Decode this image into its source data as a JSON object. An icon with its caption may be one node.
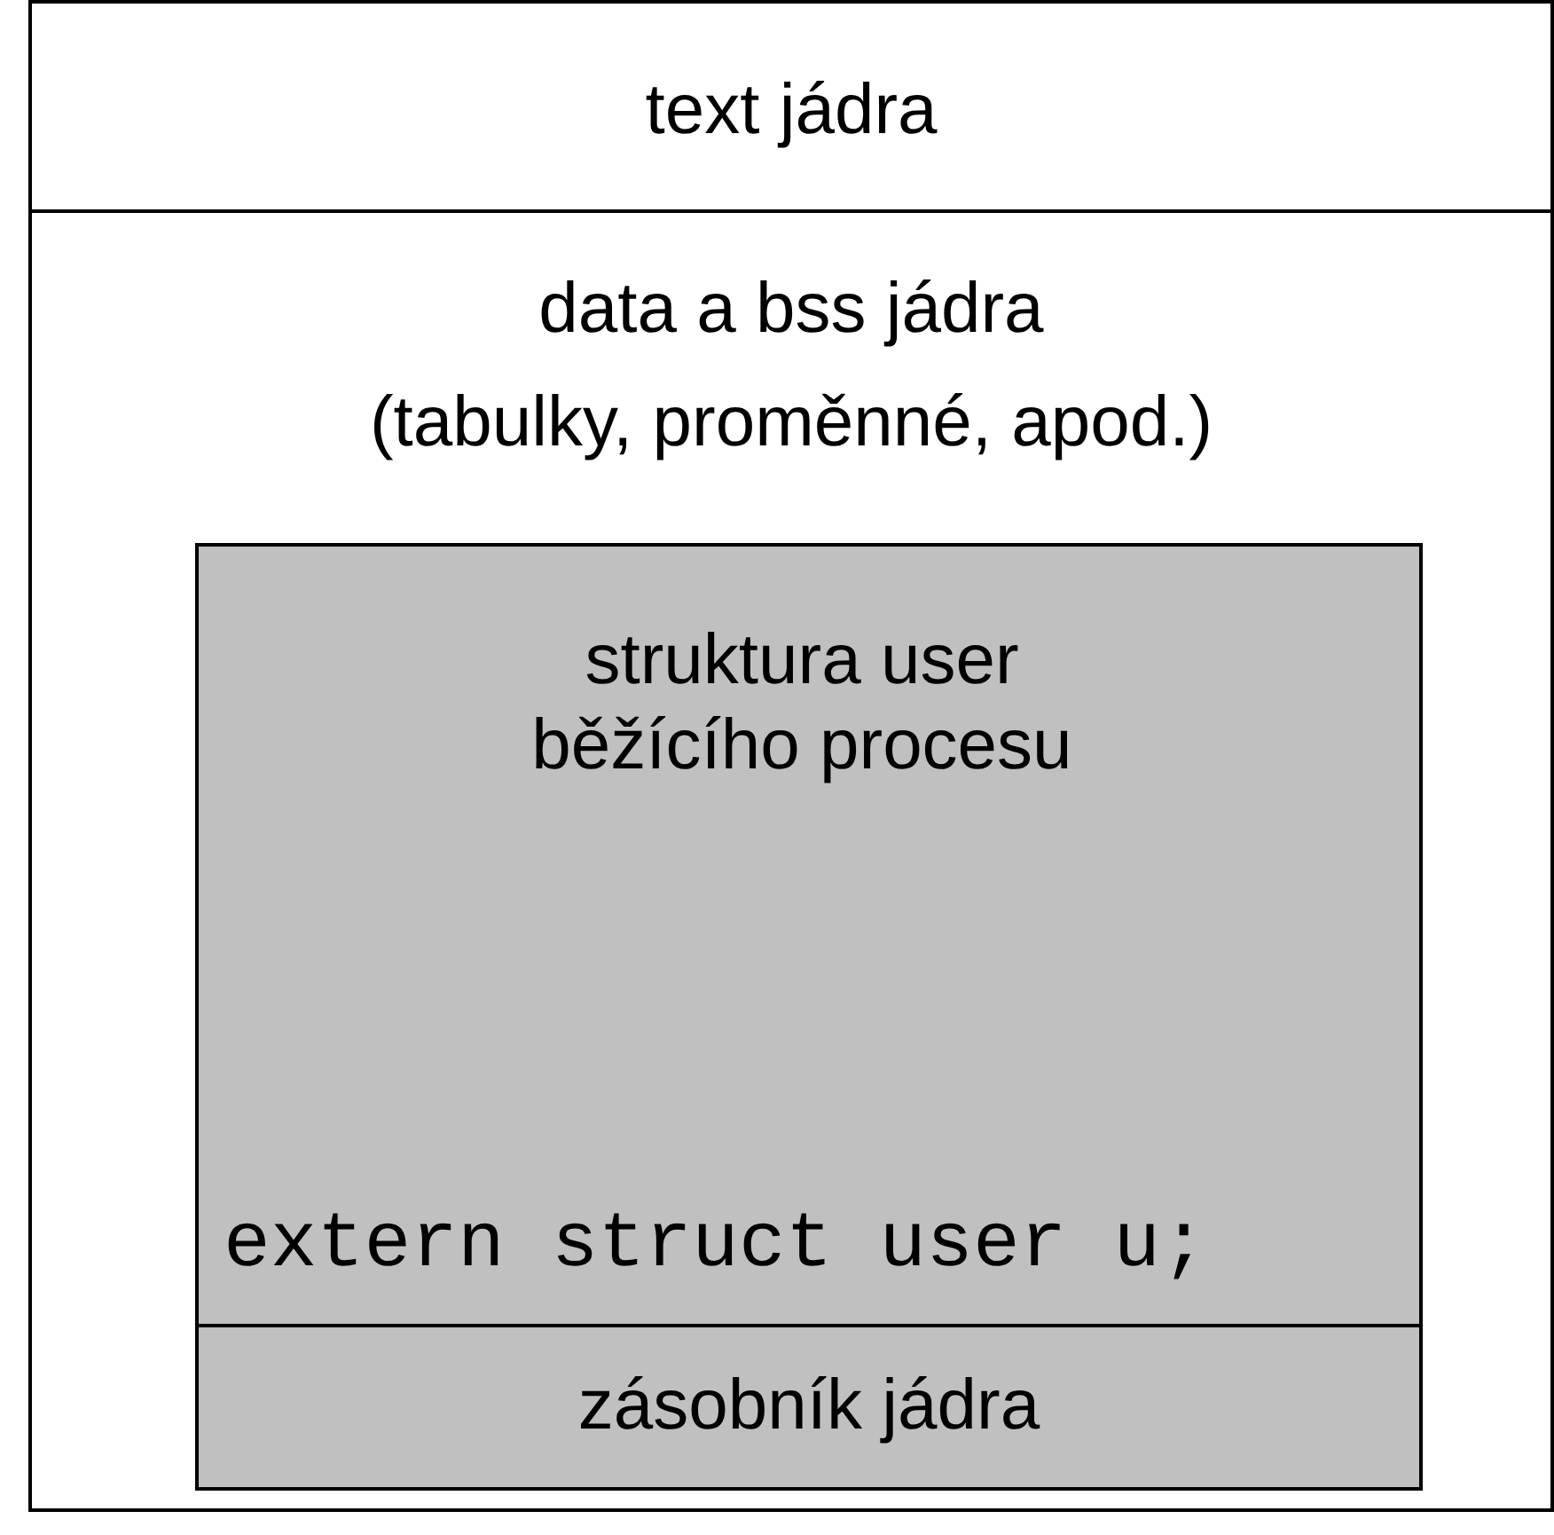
{
  "diagram": {
    "nodes": [
      {
        "text": [
          "text jádra"
        ]
      },
      {
        "text": [
          "data a bss jádra",
          "(tabulky, proměnné, apod.)"
        ]
      },
      {
        "text": [
          "struktura user běžícího procesu",
          "extern struct user u;"
        ],
        "in": 1
      },
      {
        "text": [
          "zásobník jádra"
        ],
        "in": 2
      }
    ]
  }
}
